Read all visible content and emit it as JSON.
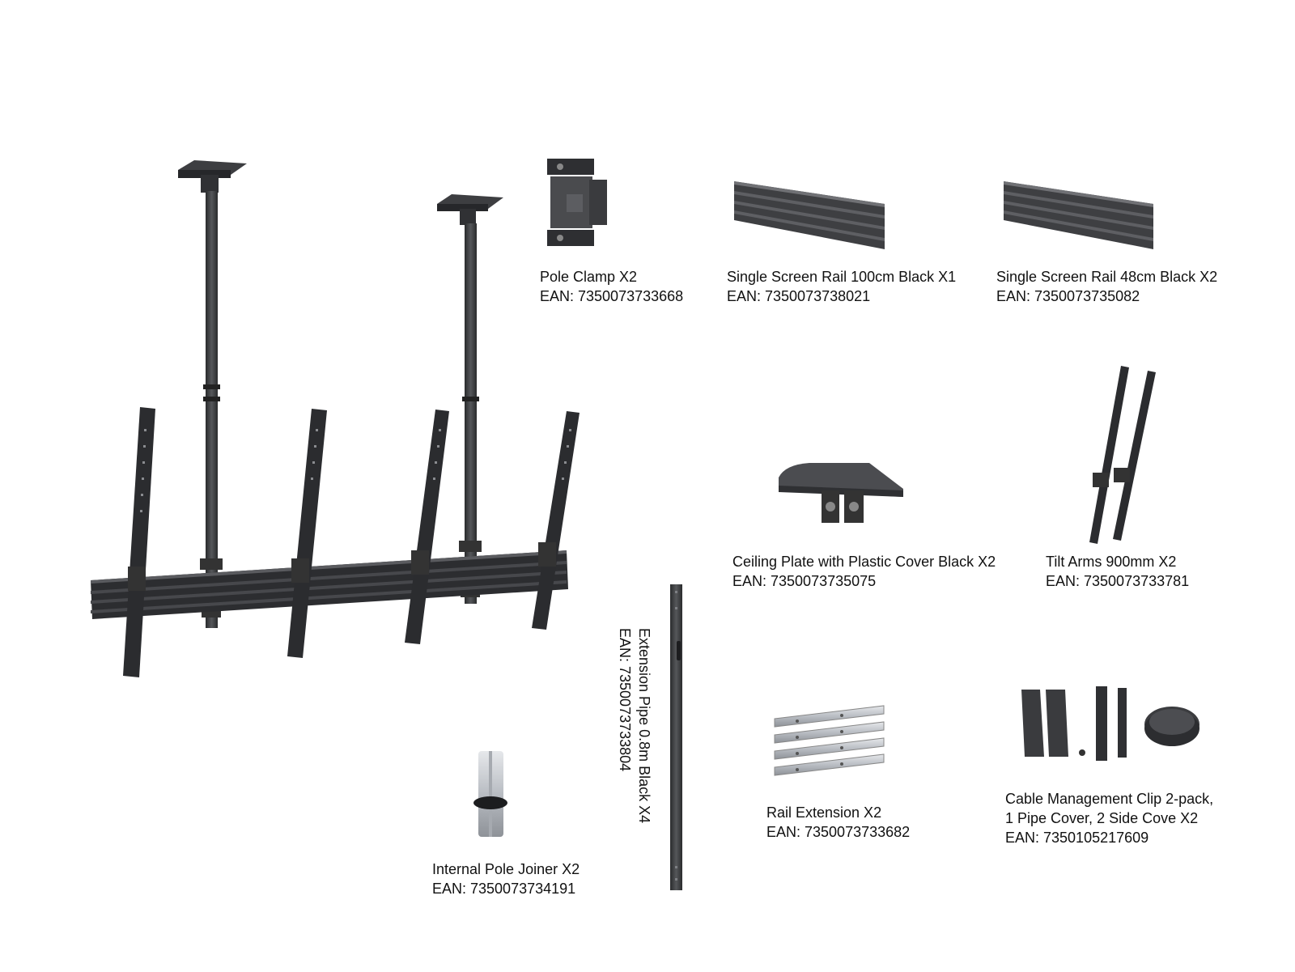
{
  "colors": {
    "metal_dark": "#2f3032",
    "metal_mid": "#4a4b4e",
    "metal_light": "#6b6c70",
    "silver": "#c8ccd2",
    "text": "#111111"
  },
  "components": [
    {
      "id": "pole-clamp",
      "name": "Pole Clamp X2",
      "ean": "EAN: 7350073733668"
    },
    {
      "id": "rail-100",
      "name": "Single Screen Rail 100cm Black X1",
      "ean": "EAN: 7350073738021"
    },
    {
      "id": "rail-48",
      "name": "Single Screen Rail 48cm Black X2",
      "ean": "EAN: 7350073735082"
    },
    {
      "id": "ceiling-plate",
      "name": "Ceiling Plate with Plastic Cover Black X2",
      "ean": "EAN: 7350073735075"
    },
    {
      "id": "tilt-arms",
      "name": "Tilt Arms 900mm X2",
      "ean": "EAN: 7350073733781"
    },
    {
      "id": "extension-pipe",
      "name": "Extension Pipe 0.8m Black X4",
      "ean": "EAN: 7350073733804"
    },
    {
      "id": "rail-extension",
      "name": "Rail Extension X2",
      "ean": "EAN: 7350073733682"
    },
    {
      "id": "cable-clip",
      "name_line1": "Cable Management Clip 2-pack,",
      "name_line2": "1 Pipe Cover, 2 Side Cove X2",
      "ean": "EAN: 7350105217609"
    },
    {
      "id": "pole-joiner",
      "name": "Internal Pole Joiner X2",
      "ean": "EAN: 7350073734191"
    }
  ]
}
